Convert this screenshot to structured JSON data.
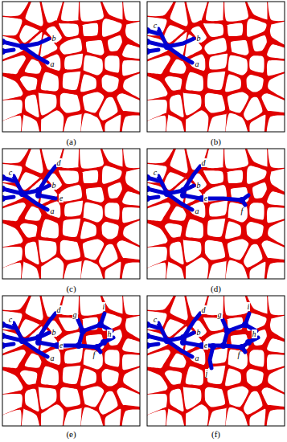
{
  "diagram": {
    "labels": [
      "b",
      "a",
      "(a)",
      "c",
      "b",
      "a",
      "(b)",
      "c",
      "d",
      "b",
      "e",
      "a",
      "(c)",
      "c",
      "d",
      "b",
      "e",
      "a",
      "f",
      "(d)",
      "c",
      "d",
      "g",
      "i",
      "b",
      "h",
      "e",
      "f",
      "a",
      "(e)",
      "c",
      "d",
      "g",
      "i",
      "b",
      "h",
      "e",
      "f",
      "a",
      "j",
      "(f)"
    ]
  }
}
